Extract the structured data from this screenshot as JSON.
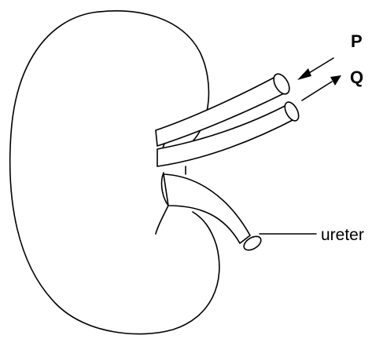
{
  "labels": {
    "vessel_in": "P",
    "vessel_out": "Q",
    "ureter": "ureter"
  }
}
